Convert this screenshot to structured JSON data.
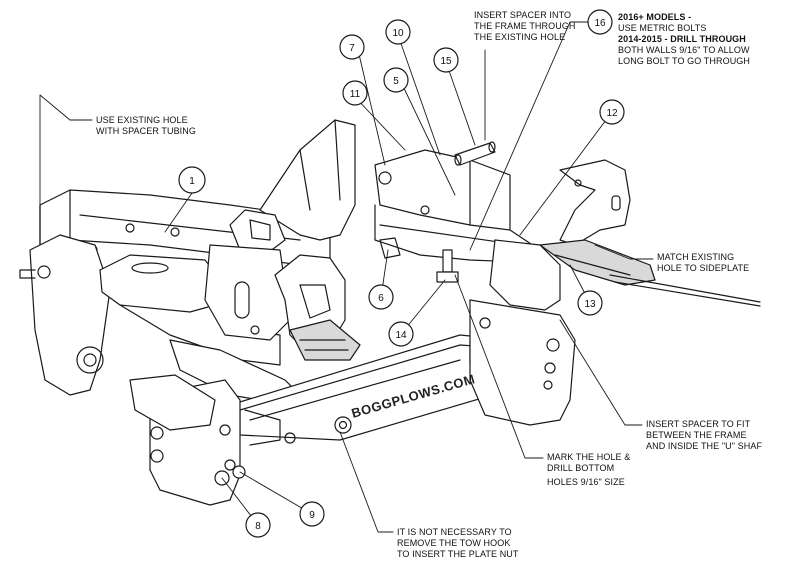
{
  "notes": {
    "spacer_frame": [
      "INSERT SPACER INTO",
      "THE FRAME THROUGH",
      "THE EXISTING HOLE"
    ],
    "models": {
      "line1": "2016+ MODELS -",
      "line2": "USE METRIC BOLTS",
      "line3": "2014-2015 - DRILL THROUGH",
      "line4": "BOTH WALLS 9/16\" TO ALLOW",
      "line5": "LONG BOLT TO GO THROUGH"
    },
    "existing_hole": [
      "USE EXISTING HOLE",
      "WITH SPACER TUBING"
    ],
    "sideplate": [
      "MATCH EXISTING",
      "HOLE TO SIDEPLATE"
    ],
    "spacer_fit": [
      "INSERT SPACER TO FIT",
      "BETWEEN THE FRAME",
      "AND INSIDE THE \"U\" SHAF"
    ],
    "drill": [
      "MARK THE HOLE &",
      "DRILL BOTTOM",
      "HOLES 9/16\" SIZE"
    ],
    "tow_hook": [
      "IT IS NOT NECESSARY TO",
      "REMOVE THE TOW HOOK",
      "TO INSERT THE PLATE NUT"
    ]
  },
  "callouts": [
    "1",
    "5",
    "6",
    "7",
    "8",
    "9",
    "10",
    "11",
    "12",
    "13",
    "14",
    "15",
    "16"
  ],
  "brand_text": "BOGGPLOWS.COM",
  "colors": {
    "line": "#1a1a1a",
    "fill": "#ffffff",
    "shade": "#d9d9d9"
  }
}
